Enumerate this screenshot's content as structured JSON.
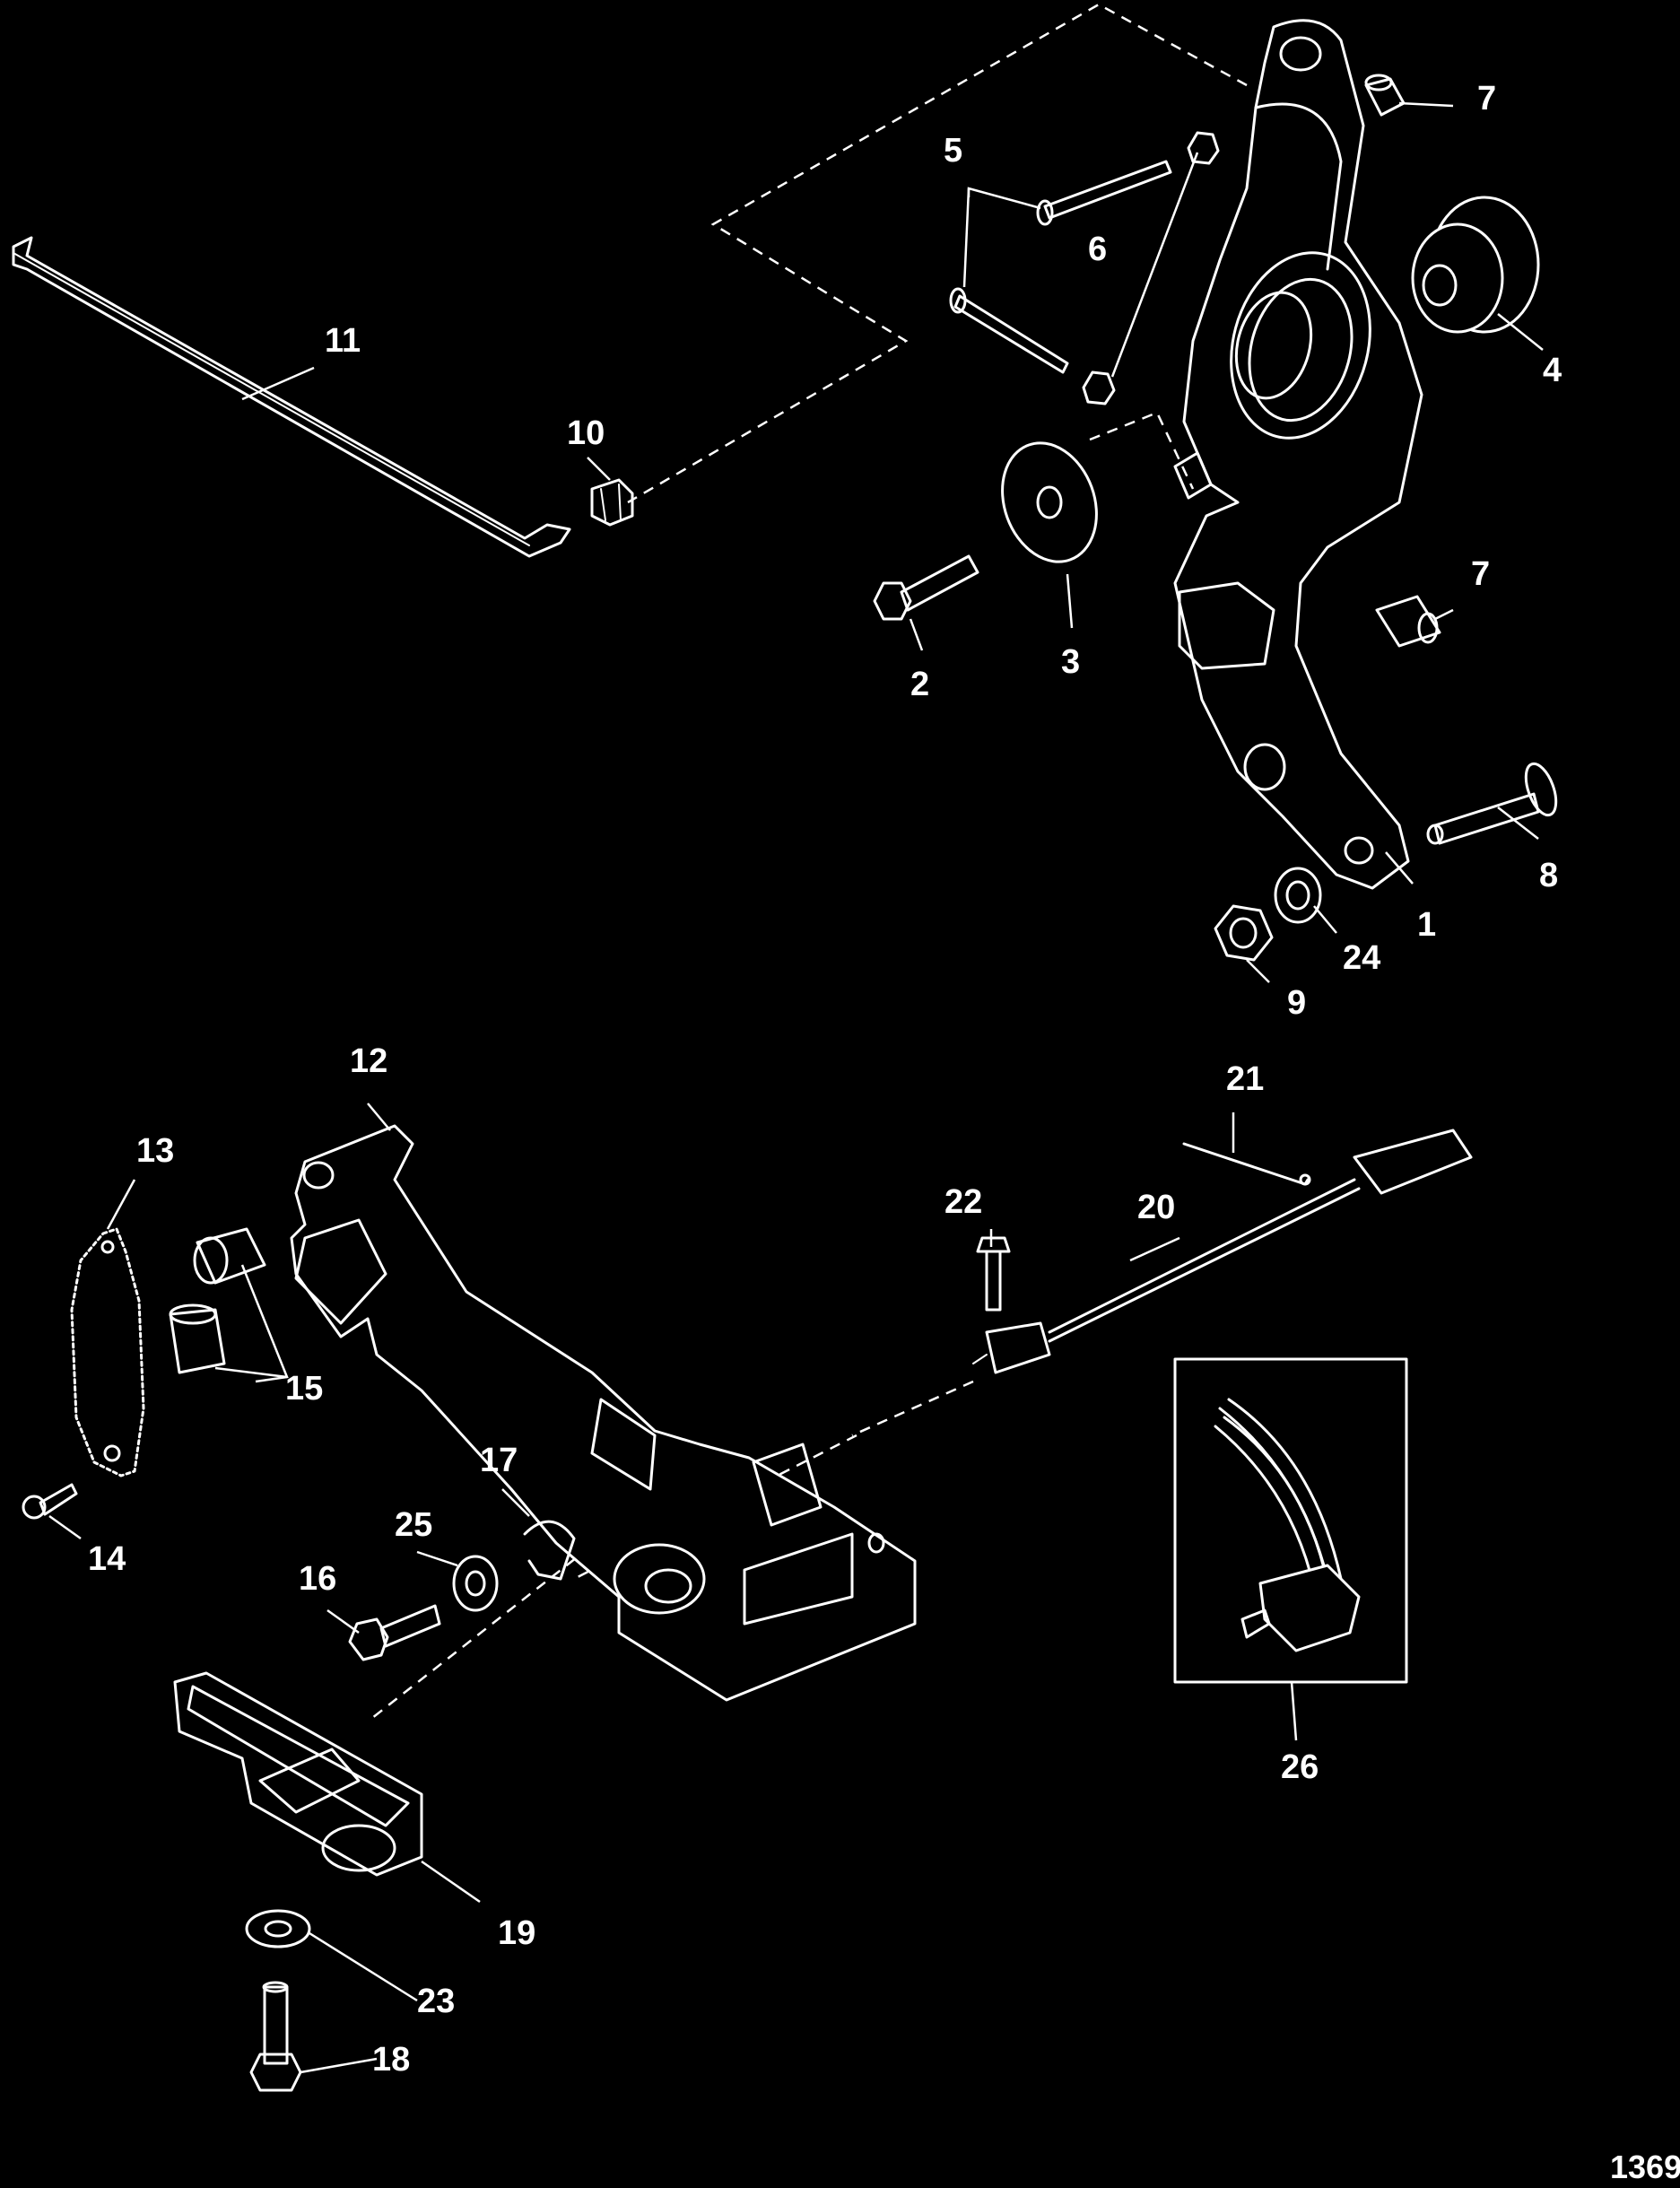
{
  "figure_number": "1369",
  "callouts": [
    {
      "id": "c1",
      "label": "1"
    },
    {
      "id": "c2",
      "label": "2"
    },
    {
      "id": "c3",
      "label": "3"
    },
    {
      "id": "c4",
      "label": "4"
    },
    {
      "id": "c5",
      "label": "5"
    },
    {
      "id": "c6",
      "label": "6"
    },
    {
      "id": "c7a",
      "label": "7"
    },
    {
      "id": "c7b",
      "label": "7"
    },
    {
      "id": "c8",
      "label": "8"
    },
    {
      "id": "c9",
      "label": "9"
    },
    {
      "id": "c10",
      "label": "10"
    },
    {
      "id": "c11",
      "label": "11"
    },
    {
      "id": "c12",
      "label": "12"
    },
    {
      "id": "c13",
      "label": "13"
    },
    {
      "id": "c14",
      "label": "14"
    },
    {
      "id": "c15",
      "label": "15"
    },
    {
      "id": "c16",
      "label": "16"
    },
    {
      "id": "c17",
      "label": "17"
    },
    {
      "id": "c18",
      "label": "18"
    },
    {
      "id": "c19",
      "label": "19"
    },
    {
      "id": "c20",
      "label": "20"
    },
    {
      "id": "c21",
      "label": "21"
    },
    {
      "id": "c22",
      "label": "22"
    },
    {
      "id": "c23",
      "label": "23"
    },
    {
      "id": "c24",
      "label": "24"
    },
    {
      "id": "c25",
      "label": "25"
    },
    {
      "id": "c26",
      "label": "26"
    }
  ]
}
